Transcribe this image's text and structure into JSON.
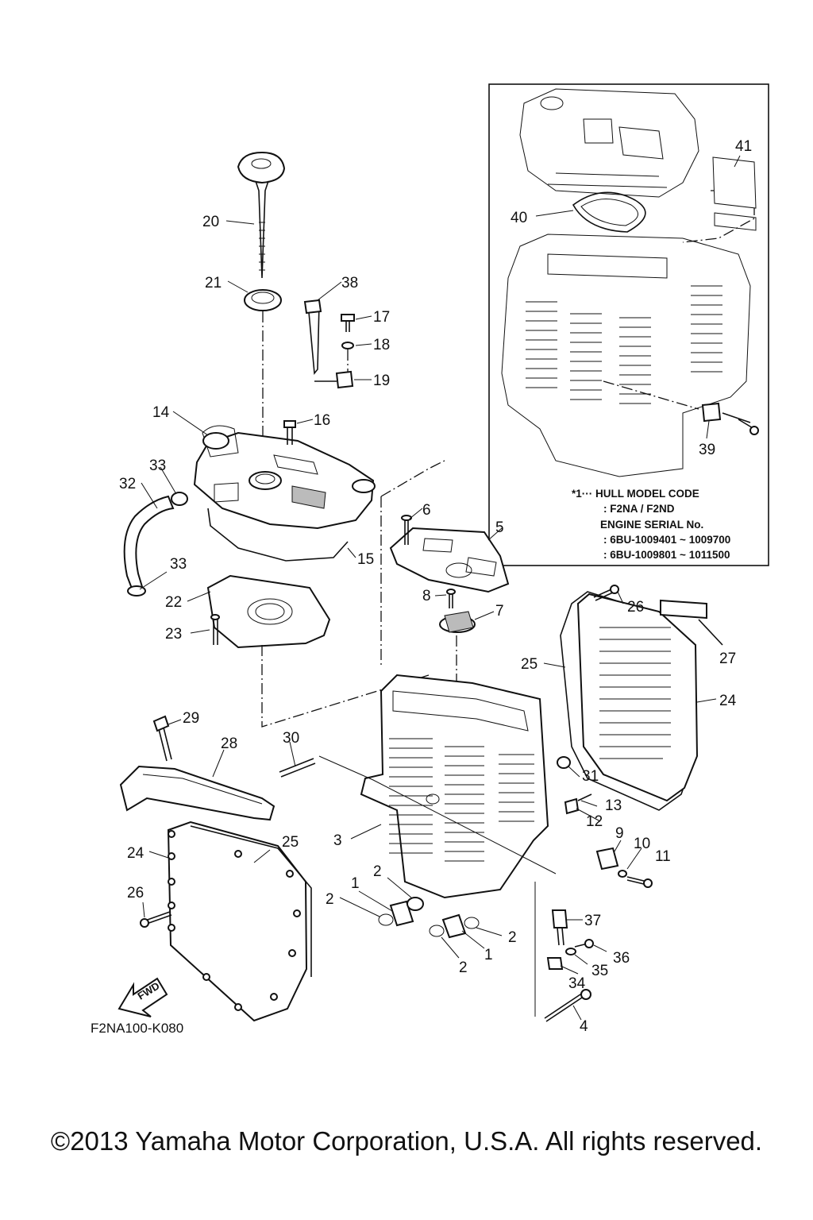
{
  "diagram": {
    "callouts": [
      {
        "id": "c1a",
        "text": "1"
      },
      {
        "id": "c1b",
        "text": "1"
      },
      {
        "id": "c2a",
        "text": "2"
      },
      {
        "id": "c2b",
        "text": "2"
      },
      {
        "id": "c2c",
        "text": "2"
      },
      {
        "id": "c2d",
        "text": "2"
      },
      {
        "id": "c3",
        "text": "3"
      },
      {
        "id": "c4",
        "text": "4"
      },
      {
        "id": "c5",
        "text": "5"
      },
      {
        "id": "c6",
        "text": "6"
      },
      {
        "id": "c7",
        "text": "7"
      },
      {
        "id": "c8",
        "text": "8"
      },
      {
        "id": "c9",
        "text": "9"
      },
      {
        "id": "c10",
        "text": "10"
      },
      {
        "id": "c11",
        "text": "11"
      },
      {
        "id": "c12",
        "text": "12"
      },
      {
        "id": "c13",
        "text": "13"
      },
      {
        "id": "c14",
        "text": "14"
      },
      {
        "id": "c15",
        "text": "15"
      },
      {
        "id": "c16",
        "text": "16"
      },
      {
        "id": "c17",
        "text": "17"
      },
      {
        "id": "c18",
        "text": "18"
      },
      {
        "id": "c19",
        "text": "19"
      },
      {
        "id": "c20",
        "text": "20"
      },
      {
        "id": "c21",
        "text": "21"
      },
      {
        "id": "c22",
        "text": "22"
      },
      {
        "id": "c23",
        "text": "23"
      },
      {
        "id": "c24a",
        "text": "24"
      },
      {
        "id": "c24b",
        "text": "24"
      },
      {
        "id": "c25a",
        "text": "25"
      },
      {
        "id": "c25b",
        "text": "25"
      },
      {
        "id": "c26a",
        "text": "26"
      },
      {
        "id": "c26b",
        "text": "26"
      },
      {
        "id": "c27",
        "text": "27"
      },
      {
        "id": "c28",
        "text": "28"
      },
      {
        "id": "c29",
        "text": "29"
      },
      {
        "id": "c30",
        "text": "30"
      },
      {
        "id": "c31",
        "text": "31"
      },
      {
        "id": "c32",
        "text": "32"
      },
      {
        "id": "c33a",
        "text": "33"
      },
      {
        "id": "c33b",
        "text": "33"
      },
      {
        "id": "c34",
        "text": "34"
      },
      {
        "id": "c35",
        "text": "35"
      },
      {
        "id": "c36",
        "text": "36"
      },
      {
        "id": "c37",
        "text": "37"
      },
      {
        "id": "c38",
        "text": "38"
      },
      {
        "id": "c39",
        "text": "39"
      },
      {
        "id": "c40",
        "text": "40"
      },
      {
        "id": "c41",
        "text": "41"
      }
    ],
    "inset_note": {
      "line1": "*1··· HULL MODEL CODE",
      "line2": ": F2NA / F2ND",
      "line3": "ENGINE SERIAL No.",
      "line4": ": 6BU-1009401 ~ 1009700",
      "line5": ": 6BU-1009801 ~ 1011500"
    },
    "fwd_label": "FWD",
    "drawing_code": "F2NA100-K080"
  },
  "copyright": "©2013 Yamaha Motor Corporation, U.S.A. All rights reserved."
}
